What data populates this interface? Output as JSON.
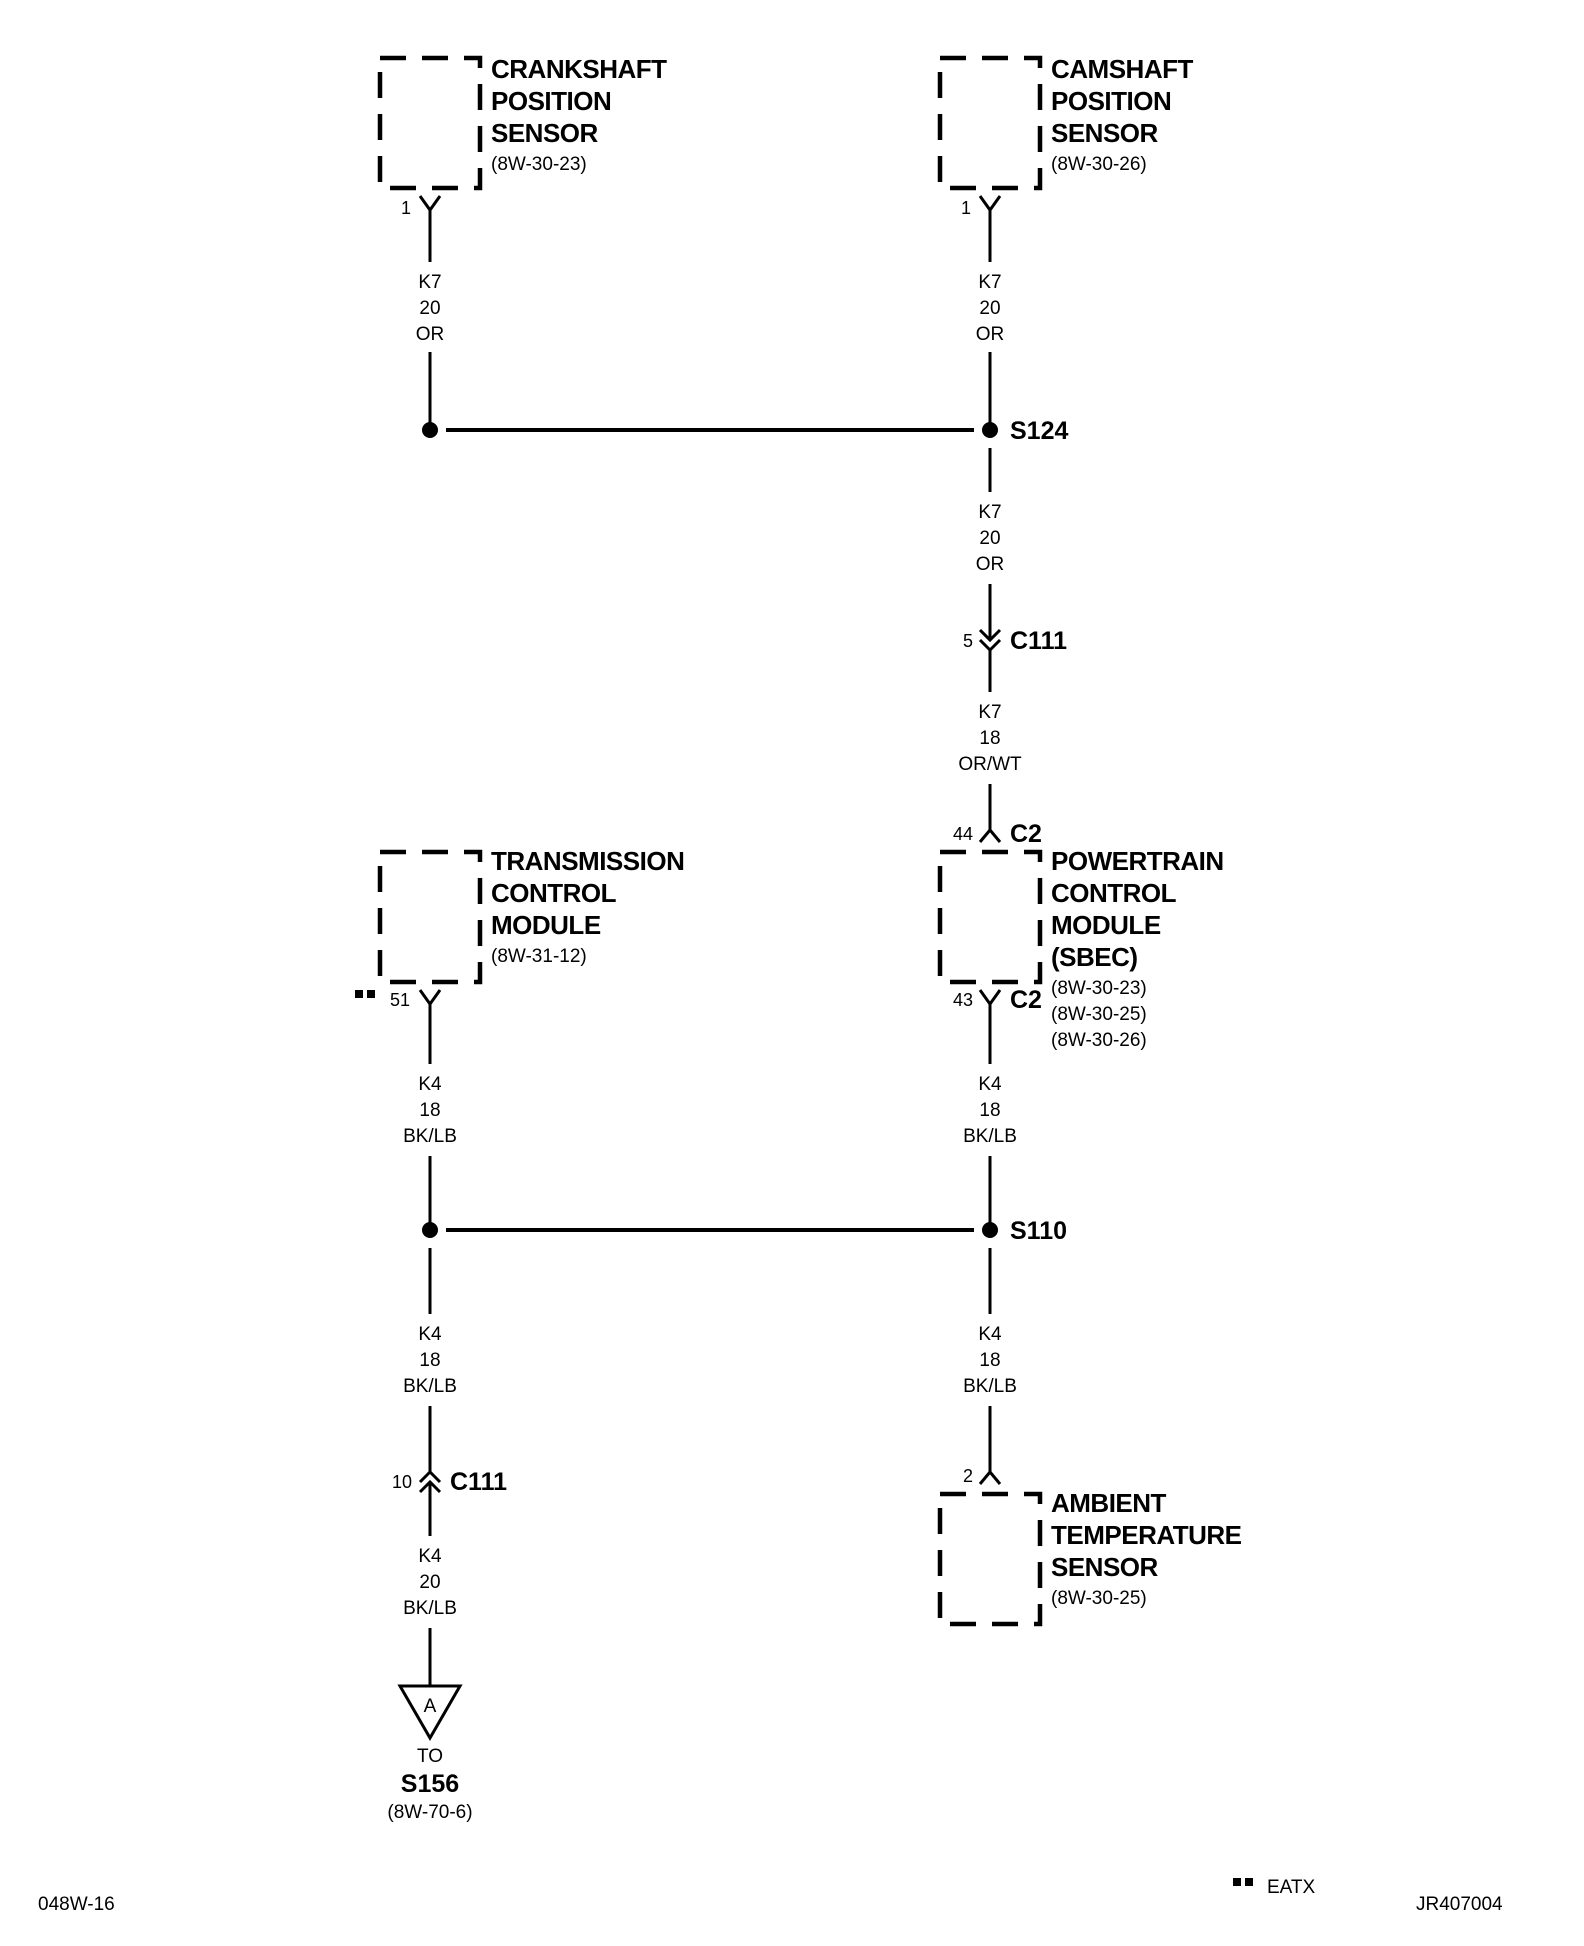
{
  "components": {
    "crankshaft": {
      "lines": [
        "CRANKSHAFT",
        "POSITION",
        "SENSOR"
      ],
      "refs": [
        "(8W-30-23)"
      ],
      "pin": "1"
    },
    "camshaft": {
      "lines": [
        "CAMSHAFT",
        "POSITION",
        "SENSOR"
      ],
      "refs": [
        "(8W-30-26)"
      ],
      "pin": "1"
    },
    "tcm": {
      "lines": [
        "TRANSMISSION",
        "CONTROL",
        "MODULE"
      ],
      "refs": [
        "(8W-31-12)"
      ],
      "pin": "51"
    },
    "pcm": {
      "lines": [
        "POWERTRAIN",
        "CONTROL",
        "MODULE",
        "(SBEC)"
      ],
      "refs": [
        "(8W-30-23)",
        "(8W-30-25)",
        "(8W-30-26)"
      ],
      "pin_top": "44",
      "pin_bottom": "43",
      "connector": "C2"
    },
    "ambient": {
      "lines": [
        "AMBIENT",
        "TEMPERATURE",
        "SENSOR"
      ],
      "refs": [
        "(8W-30-25)"
      ],
      "pin": "2"
    }
  },
  "wires": {
    "crank_to_splice": [
      "K7",
      "20",
      "OR"
    ],
    "cam_to_splice": [
      "K7",
      "20",
      "OR"
    ],
    "s124_to_c111": [
      "K7",
      "20",
      "OR"
    ],
    "c111_to_pcm": [
      "K7",
      "18",
      "OR/WT"
    ],
    "tcm_to_splice": [
      "K4",
      "18",
      "BK/LB"
    ],
    "pcm_to_splice": [
      "K4",
      "18",
      "BK/LB"
    ],
    "splice_to_c111": [
      "K4",
      "18",
      "BK/LB"
    ],
    "s110_to_ambient": [
      "K4",
      "18",
      "BK/LB"
    ],
    "c111_to_a": [
      "K4",
      "20",
      "BK/LB"
    ]
  },
  "splices": {
    "s124": "S124",
    "s110": "S110"
  },
  "connectors": {
    "c111_top": {
      "name": "C111",
      "pin": "5"
    },
    "c111_bottom": {
      "name": "C111",
      "pin": "10"
    }
  },
  "offpage": {
    "letter": "A",
    "to": "TO",
    "dest": "S156",
    "ref": "(8W-70-6)"
  },
  "footer": {
    "left": "048W-16",
    "legend": "EATX",
    "right": "JR407004"
  }
}
